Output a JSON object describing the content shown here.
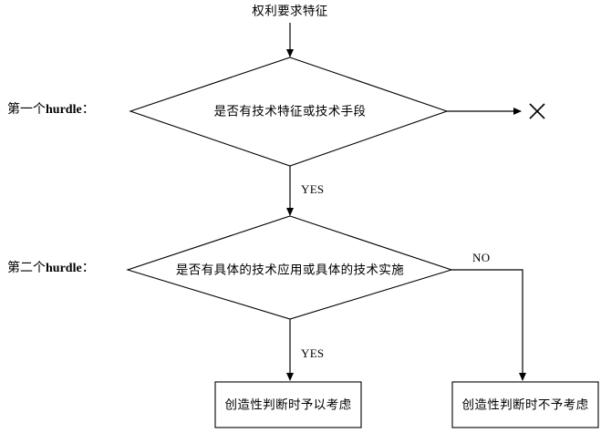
{
  "diagram": {
    "type": "flowchart",
    "title_node": {
      "text": "权利要求特征"
    },
    "side_labels": [
      {
        "prefix": "第一个",
        "emphasis": "hurdle",
        "suffix": "："
      },
      {
        "prefix": "第二个",
        "emphasis": "hurdle",
        "suffix": "："
      }
    ],
    "decisions": [
      {
        "text": "是否有技术特征或技术手段"
      },
      {
        "text": "是否有具体的技术应用或具体的技术实施"
      }
    ],
    "edge_labels": {
      "yes_first": "YES",
      "no_second": "NO",
      "yes_second": "YES"
    },
    "terminals": [
      {
        "text": "创造性判断时予以考虑"
      },
      {
        "text": "创造性判断时不予考虑"
      }
    ],
    "reject_marker": {
      "name": "cross-mark",
      "glyph": "×"
    },
    "colors": {
      "stroke": "#000000",
      "text": "#000000",
      "background": "#ffffff"
    }
  }
}
